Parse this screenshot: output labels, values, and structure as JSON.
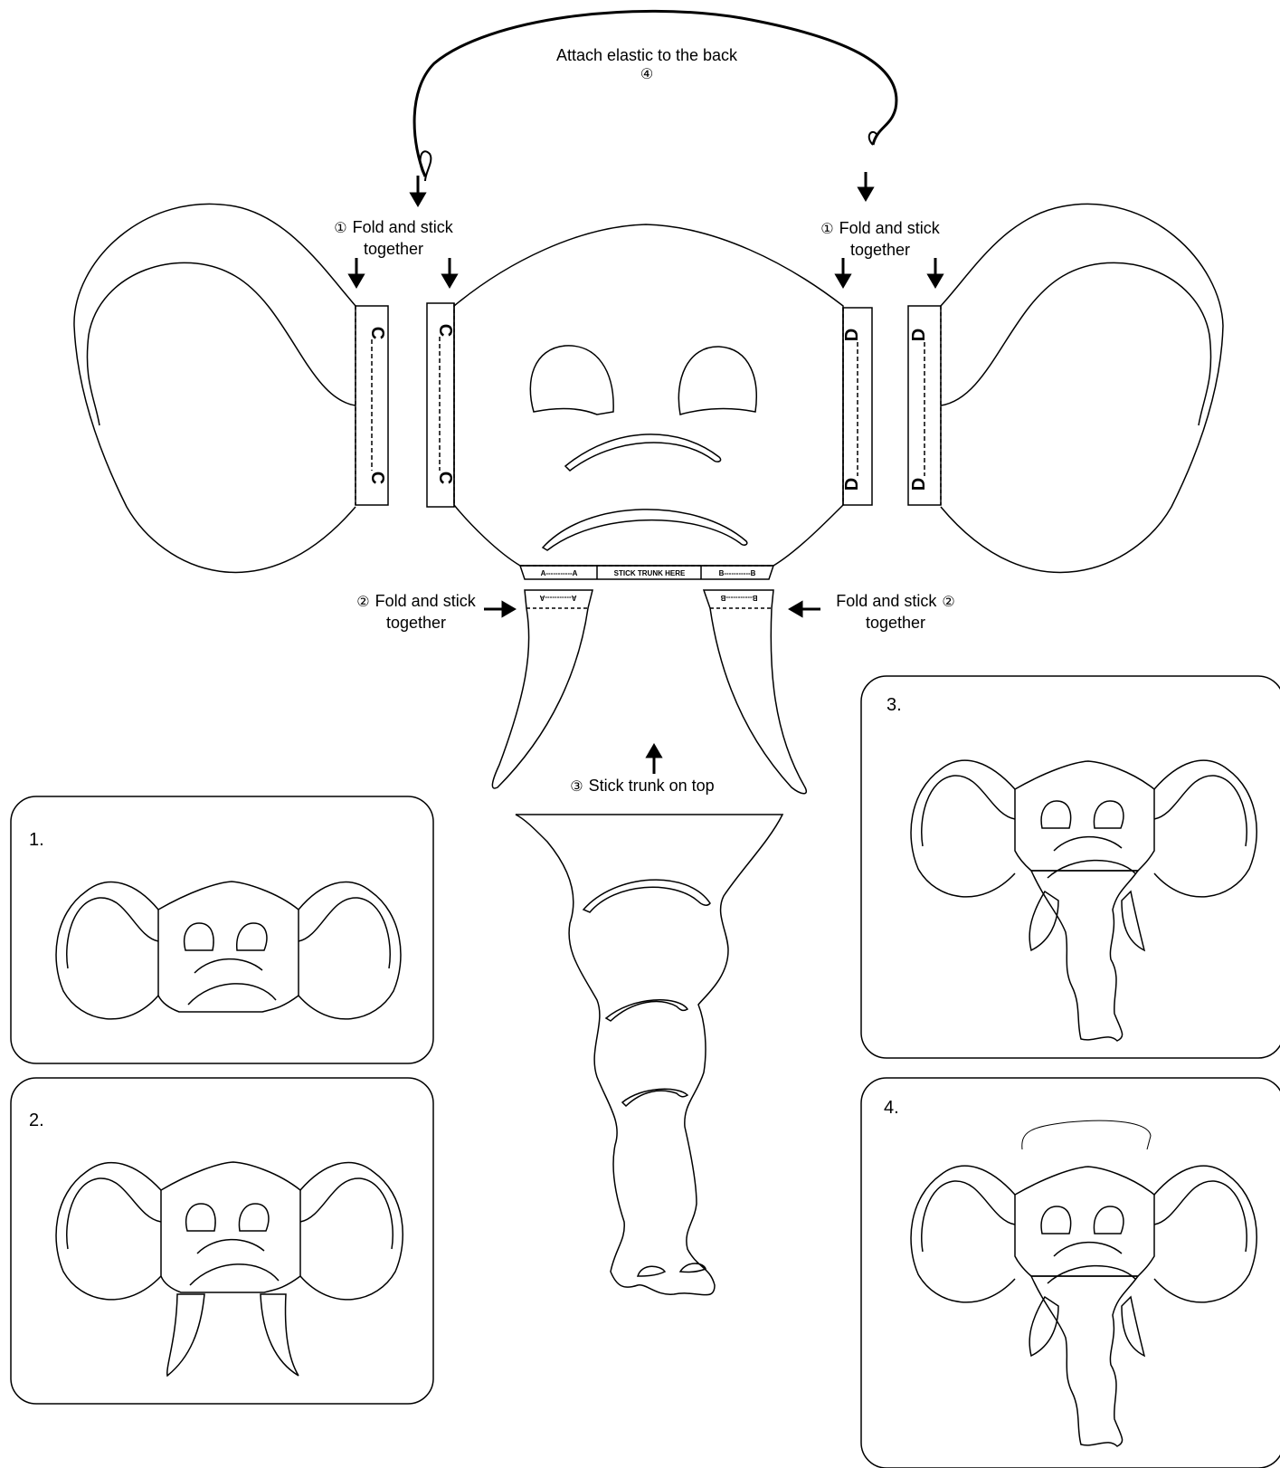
{
  "instructions": {
    "elastic": {
      "text": "Attach elastic to the back",
      "num": "④"
    },
    "fold_left": {
      "num": "①",
      "line1": "Fold and stick",
      "line2": "together"
    },
    "fold_right": {
      "num": "①",
      "line1": "Fold and stick",
      "line2": "together"
    },
    "tusk_left": {
      "num": "②",
      "line1": "Fold and stick",
      "line2": "together"
    },
    "tusk_right": {
      "num": "②",
      "line1": "Fold and stick",
      "line2": "together"
    },
    "trunk": {
      "num": "③",
      "text": "Stick trunk on top"
    }
  },
  "tabs": {
    "c_letter": "C",
    "d_letter": "D",
    "a_tab": "A-----------A",
    "trunk_tab": "STICK TRUNK HERE",
    "b_tab": "B-----------B"
  },
  "panels": [
    {
      "num": "1."
    },
    {
      "num": "2."
    },
    {
      "num": "3."
    },
    {
      "num": "4."
    }
  ]
}
